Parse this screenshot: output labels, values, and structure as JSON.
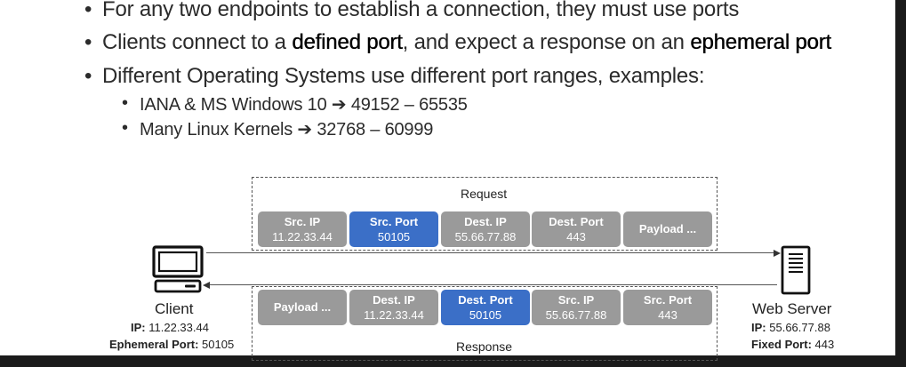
{
  "bullets": {
    "b1": {
      "text": "For any two endpoints to establish a connection, they must use ports"
    },
    "b2": {
      "part1": "Clients connect to a ",
      "defined": "defined port",
      "part2": ", and expect a response on an ",
      "ephemeral": "ephemeral port"
    },
    "b3": {
      "text": "Different Operating Systems use different port ranges, examples:"
    },
    "sub1": {
      "left": "IANA & MS Windows 10",
      "arrow": "➔",
      "range": "49152 – 65535"
    },
    "sub2": {
      "left": "Many Linux Kernels",
      "arrow": "➔",
      "range": "32768 – 60999"
    }
  },
  "request": {
    "label": "Request",
    "cells": [
      {
        "label": "Src. IP",
        "value": "11.22.33.44",
        "highlight": false
      },
      {
        "label": "Src. Port",
        "value": "50105",
        "highlight": true
      },
      {
        "label": "Dest. IP",
        "value": "55.66.77.88",
        "highlight": false
      },
      {
        "label": "Dest. Port",
        "value": "443",
        "highlight": false
      },
      {
        "label": "Payload ...",
        "value": "",
        "highlight": false
      }
    ]
  },
  "response": {
    "label": "Response",
    "cells": [
      {
        "label": "Payload ...",
        "value": "",
        "highlight": false
      },
      {
        "label": "Dest. IP",
        "value": "11.22.33.44",
        "highlight": false
      },
      {
        "label": "Dest. Port",
        "value": "50105",
        "highlight": true
      },
      {
        "label": "Src. IP",
        "value": "55.66.77.88",
        "highlight": false
      },
      {
        "label": "Src. Port",
        "value": "443",
        "highlight": false
      }
    ]
  },
  "client": {
    "title": "Client",
    "ip_label": "IP:",
    "ip_value": "11.22.33.44",
    "port_label": "Ephemeral Port:",
    "port_value": "50105",
    "icon": "computer-icon"
  },
  "server": {
    "title": "Web Server",
    "ip_label": "IP:",
    "ip_value": "55.66.77.88",
    "port_label": "Fixed Port:",
    "port_value": "443",
    "icon": "server-icon"
  },
  "colors": {
    "cell_gray": "#9a9a9a",
    "cell_blue": "#3b6fc7",
    "text": "#2b2b2b",
    "frame": "#1b1b1b"
  }
}
